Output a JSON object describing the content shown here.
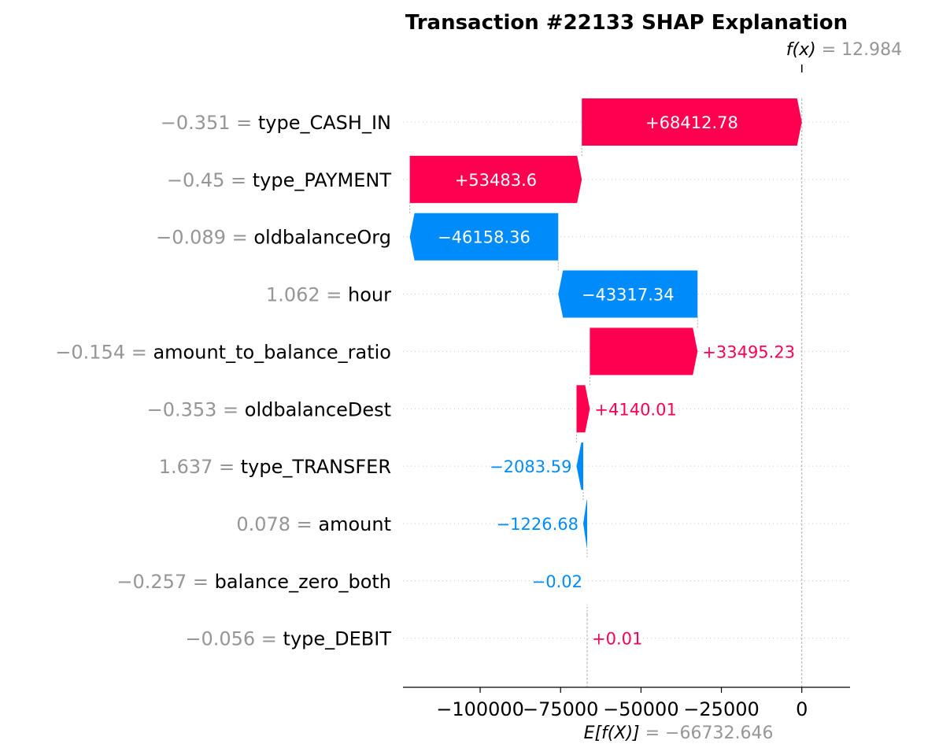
{
  "chart_data": {
    "type": "waterfall",
    "title": "Transaction #22133 SHAP Explanation",
    "base_value": -66732.646,
    "base_value_label": "E[f(X)]",
    "base_value_text": "= −66732.646",
    "output_value": 12.984,
    "output_value_label": "f(x)",
    "output_value_text": "= 12.984",
    "features": [
      {
        "name": "type_CASH_IN",
        "feature_value": "−0.351",
        "shap": 68412.78,
        "label": "+68412.78"
      },
      {
        "name": "type_PAYMENT",
        "feature_value": "−0.45",
        "shap": 53483.6,
        "label": "+53483.6"
      },
      {
        "name": "oldbalanceOrg",
        "feature_value": "−0.089",
        "shap": -46158.36,
        "label": "−46158.36"
      },
      {
        "name": "hour",
        "feature_value": "1.062",
        "shap": -43317.34,
        "label": "−43317.34"
      },
      {
        "name": "amount_to_balance_ratio",
        "feature_value": "−0.154",
        "shap": 33495.23,
        "label": "+33495.23"
      },
      {
        "name": "oldbalanceDest",
        "feature_value": "−0.353",
        "shap": 4140.01,
        "label": "+4140.01"
      },
      {
        "name": "type_TRANSFER",
        "feature_value": "1.637",
        "shap": -2083.59,
        "label": "−2083.59"
      },
      {
        "name": "amount",
        "feature_value": "0.078",
        "shap": -1226.68,
        "label": "−1226.68"
      },
      {
        "name": "balance_zero_both",
        "feature_value": "−0.257",
        "shap": -0.02,
        "label": "−0.02"
      },
      {
        "name": "type_DEBIT",
        "feature_value": "−0.056",
        "shap": 0.01,
        "label": "+0.01"
      }
    ],
    "x_ticks": [
      {
        "value": -100000,
        "label": "−100000"
      },
      {
        "value": -75000,
        "label": "−75000"
      },
      {
        "value": -50000,
        "label": "−50000"
      },
      {
        "value": -25000,
        "label": "−25000"
      },
      {
        "value": 0,
        "label": "0"
      }
    ],
    "xlim": [
      -124000,
      15000
    ],
    "colors": {
      "positive": "#ff0051",
      "negative": "#008bfb",
      "muted_text": "#969696",
      "axis": "#333333",
      "grid": "#cccccc"
    }
  }
}
